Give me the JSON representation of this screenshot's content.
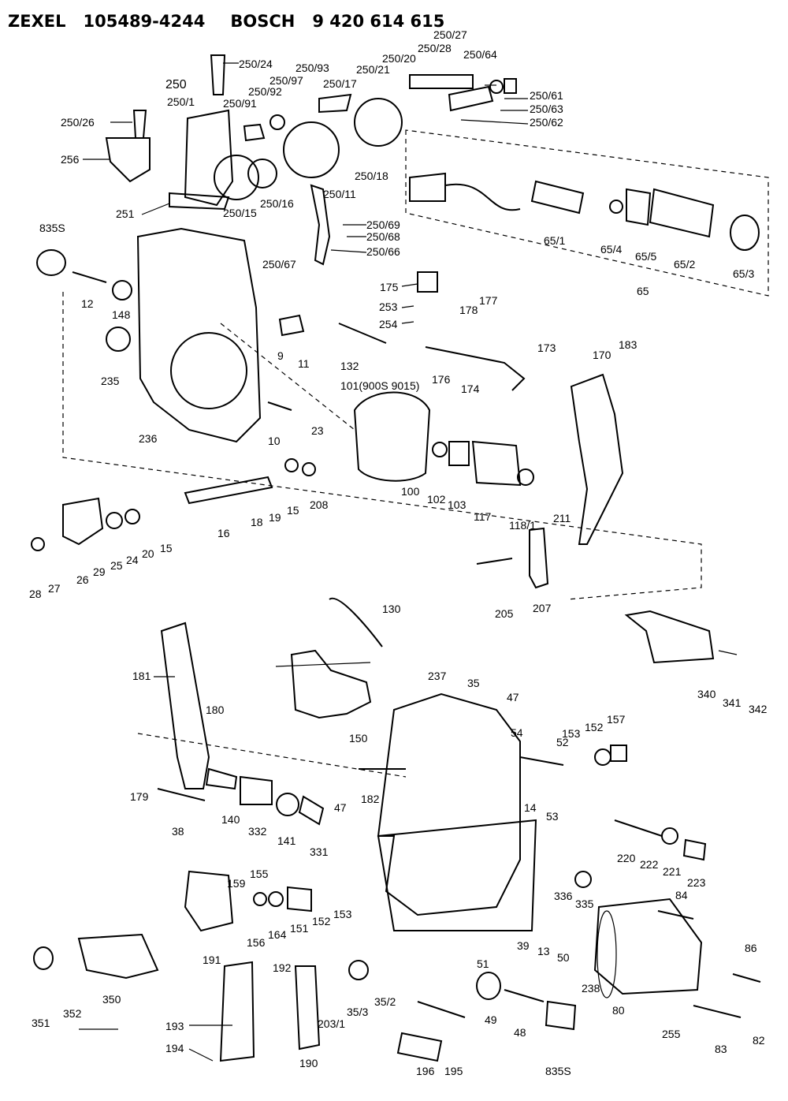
{
  "header": {
    "brand_zexel": "ZEXEL",
    "zexel_number": "105489-4244",
    "brand_bosch": "BOSCH",
    "bosch_number": "9 420 614 615"
  },
  "callouts": {
    "c250_24": "250/24",
    "c250_27": "250/27",
    "c250_28": "250/28",
    "c250_20": "250/20",
    "c250_64": "250/64",
    "c250_93": "250/93",
    "c250_21": "250/21",
    "c250_97": "250/97",
    "c250_17": "250/17",
    "c250": "250",
    "c250_1": "250/1",
    "c250_91": "250/91",
    "c250_92": "250/92",
    "c250_61": "250/61",
    "c250_63": "250/63",
    "c250_62": "250/62",
    "c250_26": "250/26",
    "c256": "256",
    "c250_18": "250/18",
    "c250_11": "250/11",
    "c251": "251",
    "c250_15": "250/15",
    "c250_16": "250/16",
    "c250_69": "250/69",
    "c250_68": "250/68",
    "c250_66": "250/66",
    "c250_67": "250/67",
    "c835S_top": "835S",
    "c65_1": "65/1",
    "c65_4": "65/4",
    "c65_5": "65/5",
    "c65_2": "65/2",
    "c65_3": "65/3",
    "c65": "65",
    "c12": "12",
    "c148": "148",
    "c175": "175",
    "c253": "253",
    "c254": "254",
    "c178": "178",
    "c177": "177",
    "c9": "9",
    "c11": "11",
    "c132": "132",
    "c173": "173",
    "c170": "170",
    "c183": "183",
    "c176": "176",
    "c174": "174",
    "c235": "235",
    "c101": "101(900S 9015)",
    "c236": "236",
    "c10": "10",
    "c23": "23",
    "c100": "100",
    "c102": "102",
    "c103": "103",
    "c117": "117",
    "c118_1": "118/1",
    "c16": "16",
    "c18": "18",
    "c19": "19",
    "c15a": "15",
    "c208": "208",
    "c211": "211",
    "c28": "28",
    "c27": "27",
    "c26": "26",
    "c29": "29",
    "c25": "25",
    "c24": "24",
    "c20": "20",
    "c15b": "15",
    "c205": "205",
    "c207": "207",
    "c130": "130",
    "c181": "181",
    "c340": "340",
    "c341": "341",
    "c342": "342",
    "c237": "237",
    "c35": "35",
    "c47a": "47",
    "c180": "180",
    "c150": "150",
    "c54": "54",
    "c52": "52",
    "c153a": "153",
    "c152a": "152",
    "c157": "157",
    "c179": "179",
    "c182": "182",
    "c47b": "47",
    "c38": "38",
    "c140": "140",
    "c332": "332",
    "c141": "141",
    "c331": "331",
    "c14": "14",
    "c53": "53",
    "c220": "220",
    "c222": "222",
    "c221": "221",
    "c223": "223",
    "c159": "159",
    "c155": "155",
    "c336": "336",
    "c335": "335",
    "c84": "84",
    "c156": "156",
    "c164": "164",
    "c151": "151",
    "c152b": "152",
    "c153b": "153",
    "c191": "191",
    "c39": "39",
    "c13": "13",
    "c50": "50",
    "c51": "51",
    "c238": "238",
    "c86": "86",
    "c351": "351",
    "c352": "352",
    "c350": "350",
    "c192": "192",
    "c35_2": "35/2",
    "c35_3": "35/3",
    "c203_1": "203/1",
    "c49": "49",
    "c48": "48",
    "c80": "80",
    "c255": "255",
    "c83": "83",
    "c82": "82",
    "c193": "193",
    "c194": "194",
    "c190": "190",
    "c196": "196",
    "c195": "195",
    "c835S_bottom": "835S"
  }
}
